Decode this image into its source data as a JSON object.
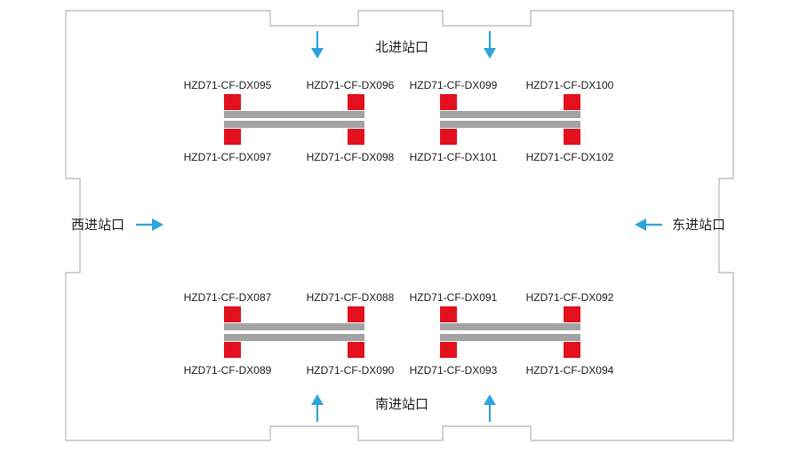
{
  "entrances": {
    "north": "北进站口",
    "south": "南进站口",
    "west": "西进站口",
    "east": "东进站口"
  },
  "devices": {
    "top_left_upper": [
      "HZD71-CF-DX095",
      "HZD71-CF-DX096"
    ],
    "top_left_lower": [
      "HZD71-CF-DX097",
      "HZD71-CF-DX098"
    ],
    "top_right_upper": [
      "HZD71-CF-DX099",
      "HZD71-CF-DX100"
    ],
    "top_right_lower": [
      "HZD71-CF-DX101",
      "HZD71-CF-DX102"
    ],
    "bottom_left_upper": [
      "HZD71-CF-DX087",
      "HZD71-CF-DX088"
    ],
    "bottom_left_lower": [
      "HZD71-CF-DX089",
      "HZD71-CF-DX090"
    ],
    "bottom_right_upper": [
      "HZD71-CF-DX091",
      "HZD71-CF-DX092"
    ],
    "bottom_right_lower": [
      "HZD71-CF-DX093",
      "HZD71-CF-DX094"
    ]
  },
  "colors": {
    "outline": "#b4b4b4",
    "post": "#e3101d",
    "bar": "#a3a3a3",
    "arrow": "#2ea3dc"
  }
}
